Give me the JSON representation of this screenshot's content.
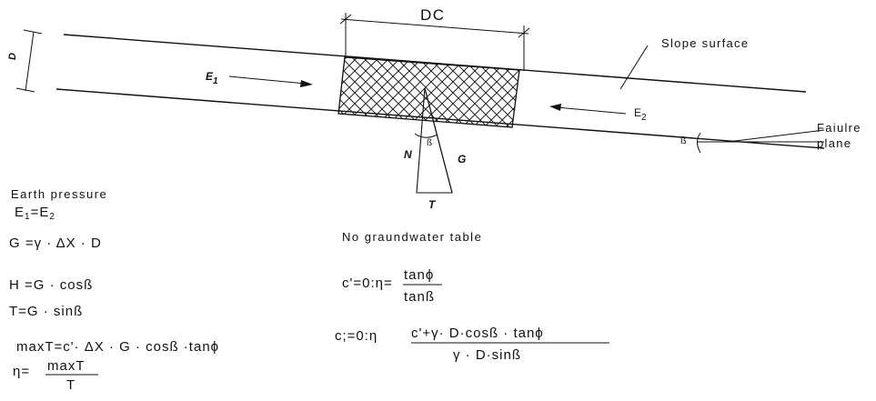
{
  "diagram": {
    "labels": {
      "dc": "DC",
      "d": "D",
      "slope_surface": "Slope surface",
      "failure_plane_line1": "Faiulre",
      "failure_plane_line2": "plane",
      "e1_main": "E",
      "e1_sub": "1",
      "e2_main": "E",
      "e2_sub": "2",
      "beta_angle": "ß",
      "beta_force": "ß",
      "n": "N",
      "g": "G",
      "t": "T"
    },
    "left_equations": {
      "earth_pressure": "Earth pressure",
      "e_eq": {
        "a": "E",
        "a_sub": "1",
        "eq": "=E",
        "b_sub": "2"
      },
      "g_eq": "G =γ · ΔX · D",
      "h_eq": "H =G · cosß",
      "t_eq": "T=G · sinß",
      "maxt_eq": "maxT=c'· ΔX · G · cosß ·tanϕ",
      "eta_lhs": "η=",
      "eta_num": "maxT",
      "eta_den": "T"
    },
    "right_equations": {
      "no_groundwater": "No graundwater table",
      "c0_lhs": "c'=0:η=",
      "c0_num": "tanϕ",
      "c0_den": "tanß",
      "c1_lhs": "c;=0:η",
      "c1_num": "c'+γ· D·cosß · tanϕ",
      "c1_den": "γ · D·sinß"
    }
  }
}
